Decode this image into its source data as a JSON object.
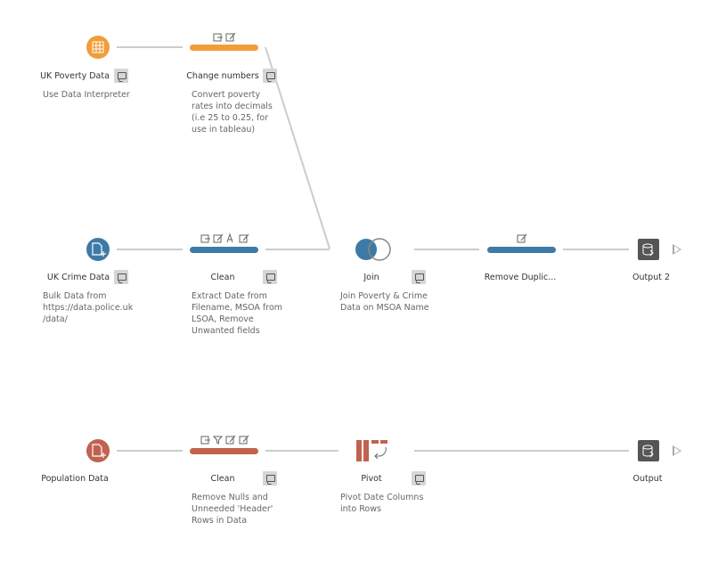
{
  "colors": {
    "orange": "#f19d38",
    "blue": "#3e7aa6",
    "red": "#c0624f",
    "dark": "#555555",
    "line": "#cccccc"
  },
  "nodes": {
    "uk_poverty": {
      "label": "UK Poverty Data",
      "desc": "Use Data Interpreter",
      "icon": "table-icon"
    },
    "change_numbers": {
      "label": "Change numbers",
      "desc": "Convert poverty\nrates into decimals\n(i.e 25 to 0.25, for\nuse in tableau)"
    },
    "uk_crime": {
      "label": "UK Crime Data",
      "desc": "Bulk Data from\nhttps://data.police.uk\n/data/",
      "icon": "file-add-icon"
    },
    "clean_crime": {
      "label": "Clean",
      "desc": "Extract Date from\nFilename, MSOA from\nLSOA, Remove\nUnwanted fields"
    },
    "join": {
      "label": "Join",
      "desc": "Join Poverty & Crime\nData on MSOA Name"
    },
    "remove_dup": {
      "label": "Remove Duplic..."
    },
    "output2": {
      "label": "Output 2"
    },
    "population": {
      "label": "Population Data",
      "icon": "file-add-icon"
    },
    "clean_pop": {
      "label": "Clean",
      "desc": "Remove Nulls and\nUnneeded 'Header'\nRows in Data"
    },
    "pivot": {
      "label": "Pivot",
      "desc": "Pivot Date Columns\ninto Rows"
    },
    "output": {
      "label": "Output"
    }
  }
}
